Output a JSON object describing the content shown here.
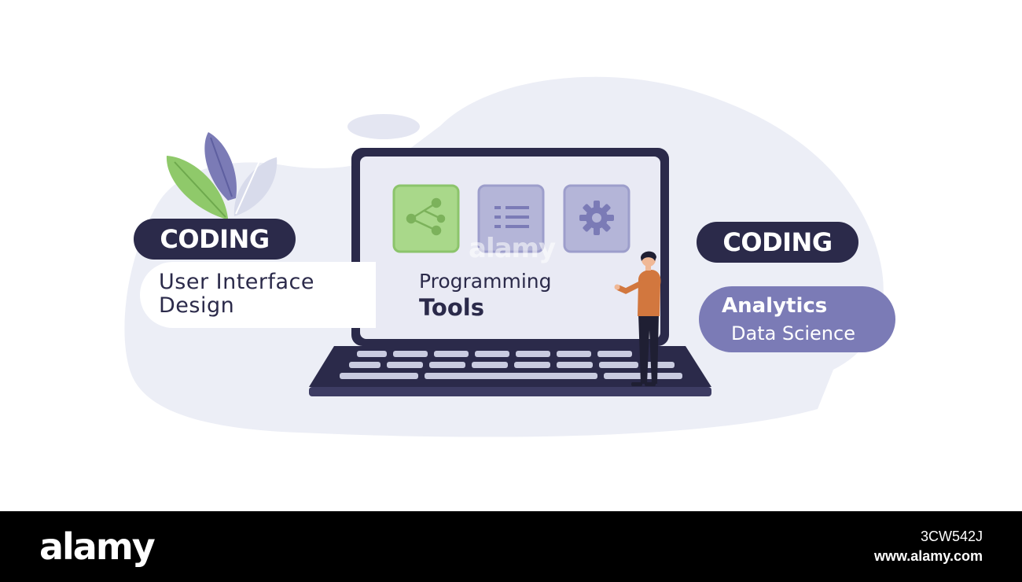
{
  "left_panel": {
    "badge": "CODING",
    "line1": "User Interface",
    "line2": "Design"
  },
  "screen": {
    "line1": "Programming",
    "line2": "Tools",
    "icons": [
      "share-icon",
      "list-icon",
      "gear-icon"
    ]
  },
  "right_panel": {
    "badge": "CODING",
    "line1": "Analytics",
    "line2": "Data Science"
  },
  "watermark": {
    "center": "alamy"
  },
  "footer": {
    "logo": "alamy",
    "image_id": "3CW542J",
    "url": "www.alamy.com"
  },
  "colors": {
    "navy": "#2b2a4a",
    "lavender": "#7b7bb6",
    "light_bg": "#eceef6",
    "green_tile": "#a9d88a",
    "footer_bg": "#000000"
  }
}
